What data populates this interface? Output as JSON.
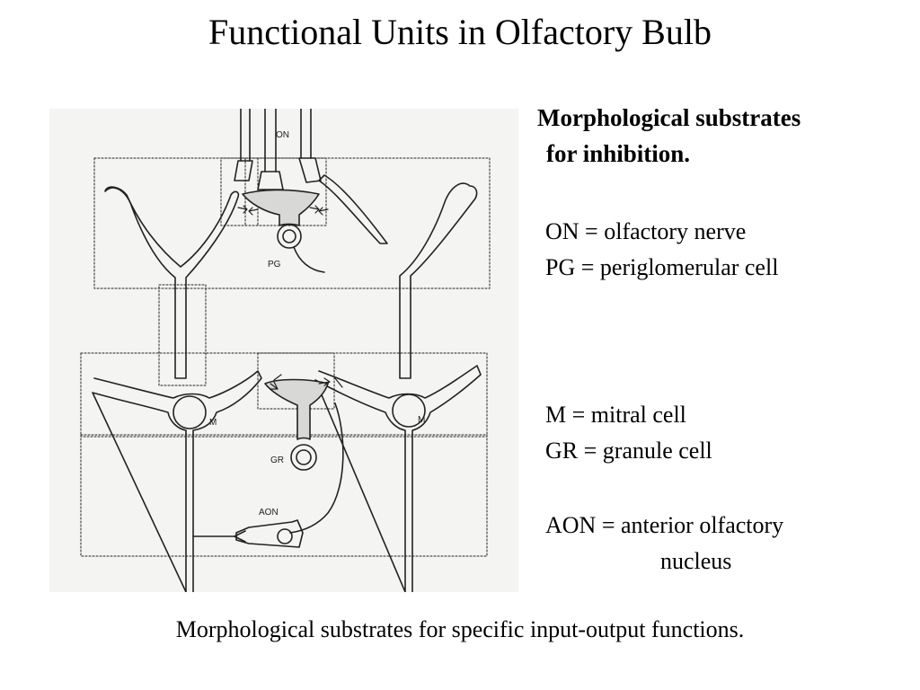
{
  "slide": {
    "title": "Functional Units in Olfactory Bulb",
    "caption": "Morphological substrates for specific input-output functions."
  },
  "sidebar": {
    "heading_line1": "Morphological substrates",
    "heading_line2": "for inhibition.",
    "legend": {
      "on": "ON = olfactory nerve",
      "pg": "PG = periglomerular cell",
      "m": "M = mitral cell",
      "gr": "GR = granule cell",
      "aon_line1": "AON = anterior olfactory",
      "aon_line2": "nucleus"
    }
  },
  "figure": {
    "labels": {
      "on": "ON",
      "pg": "PG",
      "m_left": "M",
      "m_right": "M",
      "gr": "GR",
      "aon": "AON"
    }
  }
}
